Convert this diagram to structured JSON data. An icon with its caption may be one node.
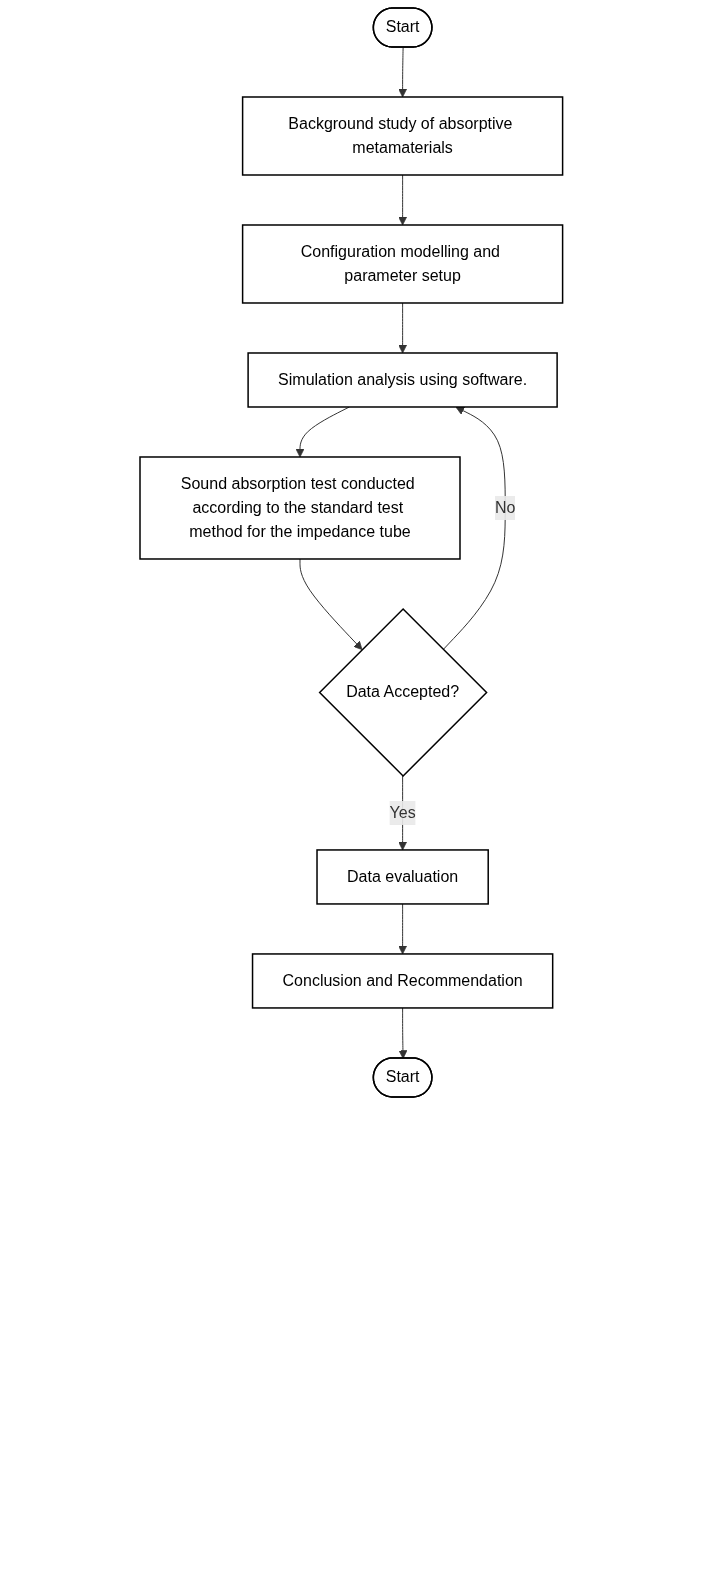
{
  "diagram": {
    "nodes": [
      {
        "text": [
          "Start"
        ]
      },
      {
        "text": [
          "Background study of absorptive metamaterials"
        ]
      },
      {
        "text": [
          "Configuration modelling and parameter setup"
        ]
      },
      {
        "text": [
          "Simulation analysis using software."
        ]
      },
      {
        "text": [
          "Sound absorption test conducted according to the standard test method for the impedance tube"
        ]
      },
      {
        "text": [
          "Data Accepted?"
        ]
      },
      {
        "text": [
          "Data evaluation"
        ]
      },
      {
        "text": [
          "Conclusion and Recommendation"
        ]
      },
      {
        "text": [
          "Start"
        ]
      }
    ],
    "edges": [
      {
        "from": 0,
        "to": 1,
        "arrow": "to"
      },
      {
        "from": 1,
        "to": 2,
        "arrow": "to"
      },
      {
        "from": 2,
        "to": 3,
        "arrow": "to"
      },
      {
        "from": 3,
        "to": 4,
        "arrow": "to"
      },
      {
        "from": 4,
        "to": 5,
        "arrow": "to"
      },
      {
        "from": 5,
        "to": 3,
        "label": "No",
        "arrow": "to"
      },
      {
        "from": 5,
        "to": 6,
        "label": "Yes",
        "arrow": "to"
      },
      {
        "from": 6,
        "to": 7,
        "arrow": "to"
      },
      {
        "from": 7,
        "to": 8,
        "arrow": "to"
      }
    ]
  }
}
